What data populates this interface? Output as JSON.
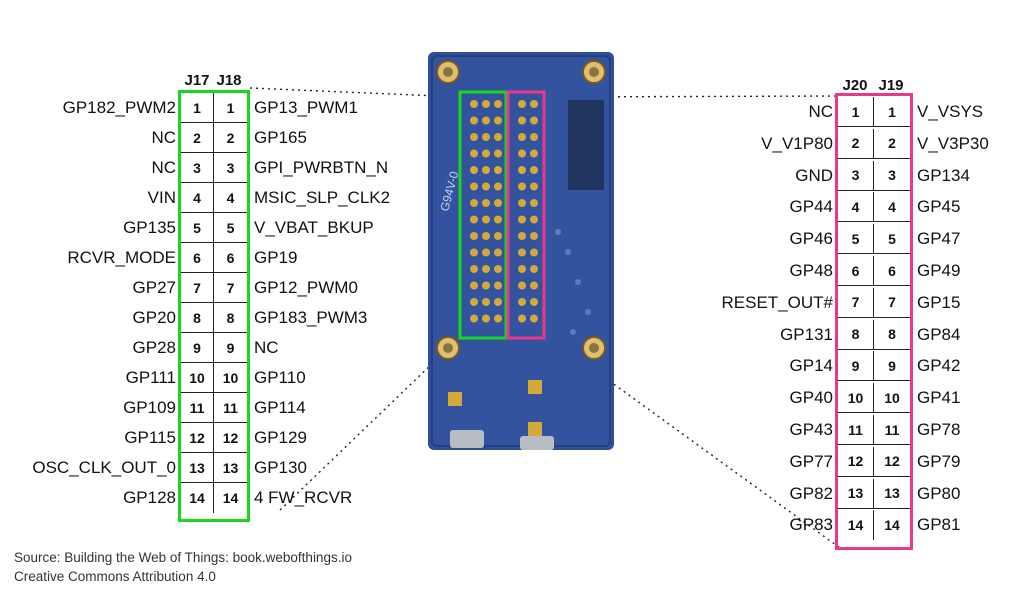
{
  "left_header": {
    "col1": "J17",
    "col2": "J18"
  },
  "right_header": {
    "col1": "J20",
    "col2": "J19"
  },
  "left_pins": [
    {
      "a": "1",
      "b": "1",
      "left": "GP182_PWM2",
      "right": "GP13_PWM1"
    },
    {
      "a": "2",
      "b": "2",
      "left": "NC",
      "right": "GP165"
    },
    {
      "a": "3",
      "b": "3",
      "left": "NC",
      "right": "GPI_PWRBTN_N"
    },
    {
      "a": "4",
      "b": "4",
      "left": "VIN",
      "right": "MSIC_SLP_CLK2"
    },
    {
      "a": "5",
      "b": "5",
      "left": "GP135",
      "right": "V_VBAT_BKUP"
    },
    {
      "a": "6",
      "b": "6",
      "left": "RCVR_MODE",
      "right": "GP19"
    },
    {
      "a": "7",
      "b": "7",
      "left": "GP27",
      "right": "GP12_PWM0"
    },
    {
      "a": "8",
      "b": "8",
      "left": "GP20",
      "right": "GP183_PWM3"
    },
    {
      "a": "9",
      "b": "9",
      "left": "GP28",
      "right": "NC"
    },
    {
      "a": "10",
      "b": "10",
      "left": "GP111",
      "right": "GP110"
    },
    {
      "a": "11",
      "b": "11",
      "left": "GP109",
      "right": "GP114"
    },
    {
      "a": "12",
      "b": "12",
      "left": "GP115",
      "right": "GP129"
    },
    {
      "a": "13",
      "b": "13",
      "left": "OSC_CLK_OUT_0",
      "right": "GP130"
    },
    {
      "a": "14",
      "b": "14",
      "left": "GP128",
      "right": "4 FW_RCVR"
    }
  ],
  "right_pins": [
    {
      "a": "1",
      "b": "1",
      "left": "NC",
      "right": "V_VSYS"
    },
    {
      "a": "2",
      "b": "2",
      "left": "V_V1P80",
      "right": "V_V3P30"
    },
    {
      "a": "3",
      "b": "3",
      "left": "GND",
      "right": "GP134"
    },
    {
      "a": "4",
      "b": "4",
      "left": "GP44",
      "right": "GP45"
    },
    {
      "a": "5",
      "b": "5",
      "left": "GP46",
      "right": "GP47"
    },
    {
      "a": "6",
      "b": "6",
      "left": "GP48",
      "right": "GP49"
    },
    {
      "a": "7",
      "b": "7",
      "left": "RESET_OUT#",
      "right": "GP15"
    },
    {
      "a": "8",
      "b": "8",
      "left": "GP131",
      "right": "GP84"
    },
    {
      "a": "9",
      "b": "9",
      "left": "GP14",
      "right": "GP42"
    },
    {
      "a": "10",
      "b": "10",
      "left": "GP40",
      "right": "GP41"
    },
    {
      "a": "11",
      "b": "11",
      "left": "GP43",
      "right": "GP78"
    },
    {
      "a": "12",
      "b": "12",
      "left": "GP77",
      "right": "GP79"
    },
    {
      "a": "13",
      "b": "13",
      "left": "GP82",
      "right": "GP80"
    },
    {
      "a": "14",
      "b": "14",
      "left": "GP83",
      "right": "GP81"
    }
  ],
  "board": {
    "silkscreen": "G94V-0",
    "color": "#2f4f9a"
  },
  "colors": {
    "left_box": "#19d61f",
    "right_box": "#e8388c",
    "board": "#2f4f9a",
    "pad": "#d4a93a"
  },
  "source": {
    "line1": "Source: Building the Web of Things: book.webofthings.io",
    "line2": "Creative Commons Attribution 4.0"
  }
}
